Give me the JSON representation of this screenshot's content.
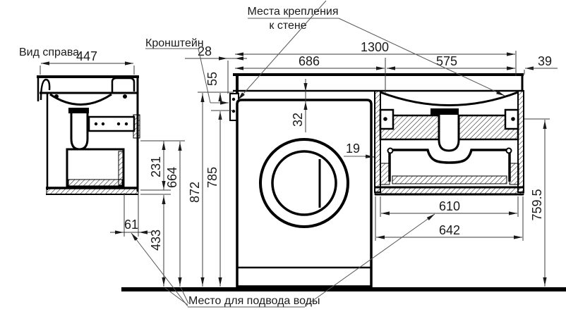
{
  "drawing": {
    "labels": {
      "view_right": "Вид справа",
      "bracket": "Кронштейн",
      "wall_mount_1": "Места крепления",
      "wall_mount_2": "к стене",
      "water_supply": "Место для подвода воды"
    },
    "dims": {
      "d447": "447",
      "d28": "28",
      "d1300": "1300",
      "d686": "686",
      "d575": "575",
      "d39": "39",
      "d55": "55",
      "d32": "32",
      "d19": "19",
      "d231": "231",
      "d664": "664",
      "d61": "61",
      "d433": "433",
      "d872": "872",
      "d785": "785",
      "d610": "610",
      "d642": "642",
      "d759_5": "759.5"
    }
  }
}
